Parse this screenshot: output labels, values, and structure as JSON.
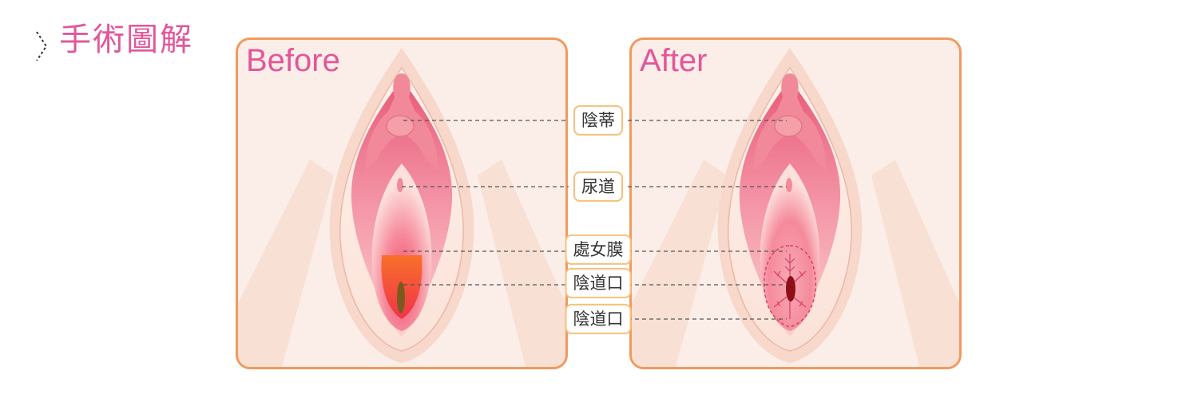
{
  "title": "手術圖解",
  "panels": {
    "before": {
      "label": "Before"
    },
    "after": {
      "label": "After"
    }
  },
  "labels": {
    "clitoris": "陰蒂",
    "urethra": "尿道",
    "hymen": "處女膜",
    "vaginal_opening_1": "陰道口",
    "vaginal_opening_2": "陰道口"
  },
  "colors": {
    "title": "#e2579a",
    "panel_border": "#f09a5e",
    "panel_bg": "#fbeee9",
    "label_border": "#f6c17c",
    "tissue_pink": "#f07890",
    "tissue_light": "#fbdcd6"
  }
}
